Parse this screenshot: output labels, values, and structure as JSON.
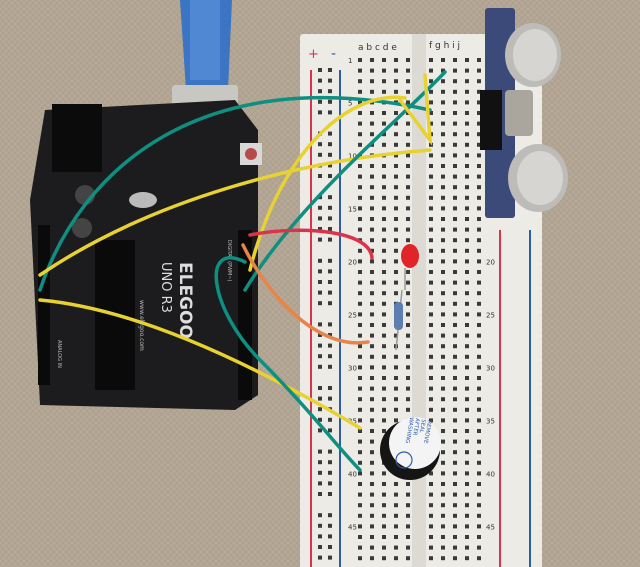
{
  "breadboard": {
    "power_plus": "+",
    "power_minus": "-",
    "left_columns": "a b c d e",
    "right_columns": "f g h i j",
    "row_numbers": [
      "1",
      "5",
      "10",
      "15",
      "20",
      "25",
      "30",
      "35",
      "40",
      "45"
    ]
  },
  "arduino": {
    "brand": "ELEGOO",
    "model": "UNO R3",
    "website": "www.elegoo.com",
    "pin_label_digital": "DIGITAL (PWM~)",
    "pin_label_analog": "ANALOG IN"
  },
  "buzzer": {
    "label_lines": [
      "REMOVE",
      "SEAL",
      "AFTER",
      "WASHING"
    ]
  },
  "colors": {
    "fabric": "#b5a897",
    "breadboard": "#ecebe6",
    "board": "#1c1c1e",
    "wire_teal": "#0e8f80",
    "wire_yellow": "#e8d232",
    "wire_orange": "#e8834a",
    "wire_red": "#d9344a",
    "led": "#e0242a",
    "sensor": "#3c4a7a"
  }
}
